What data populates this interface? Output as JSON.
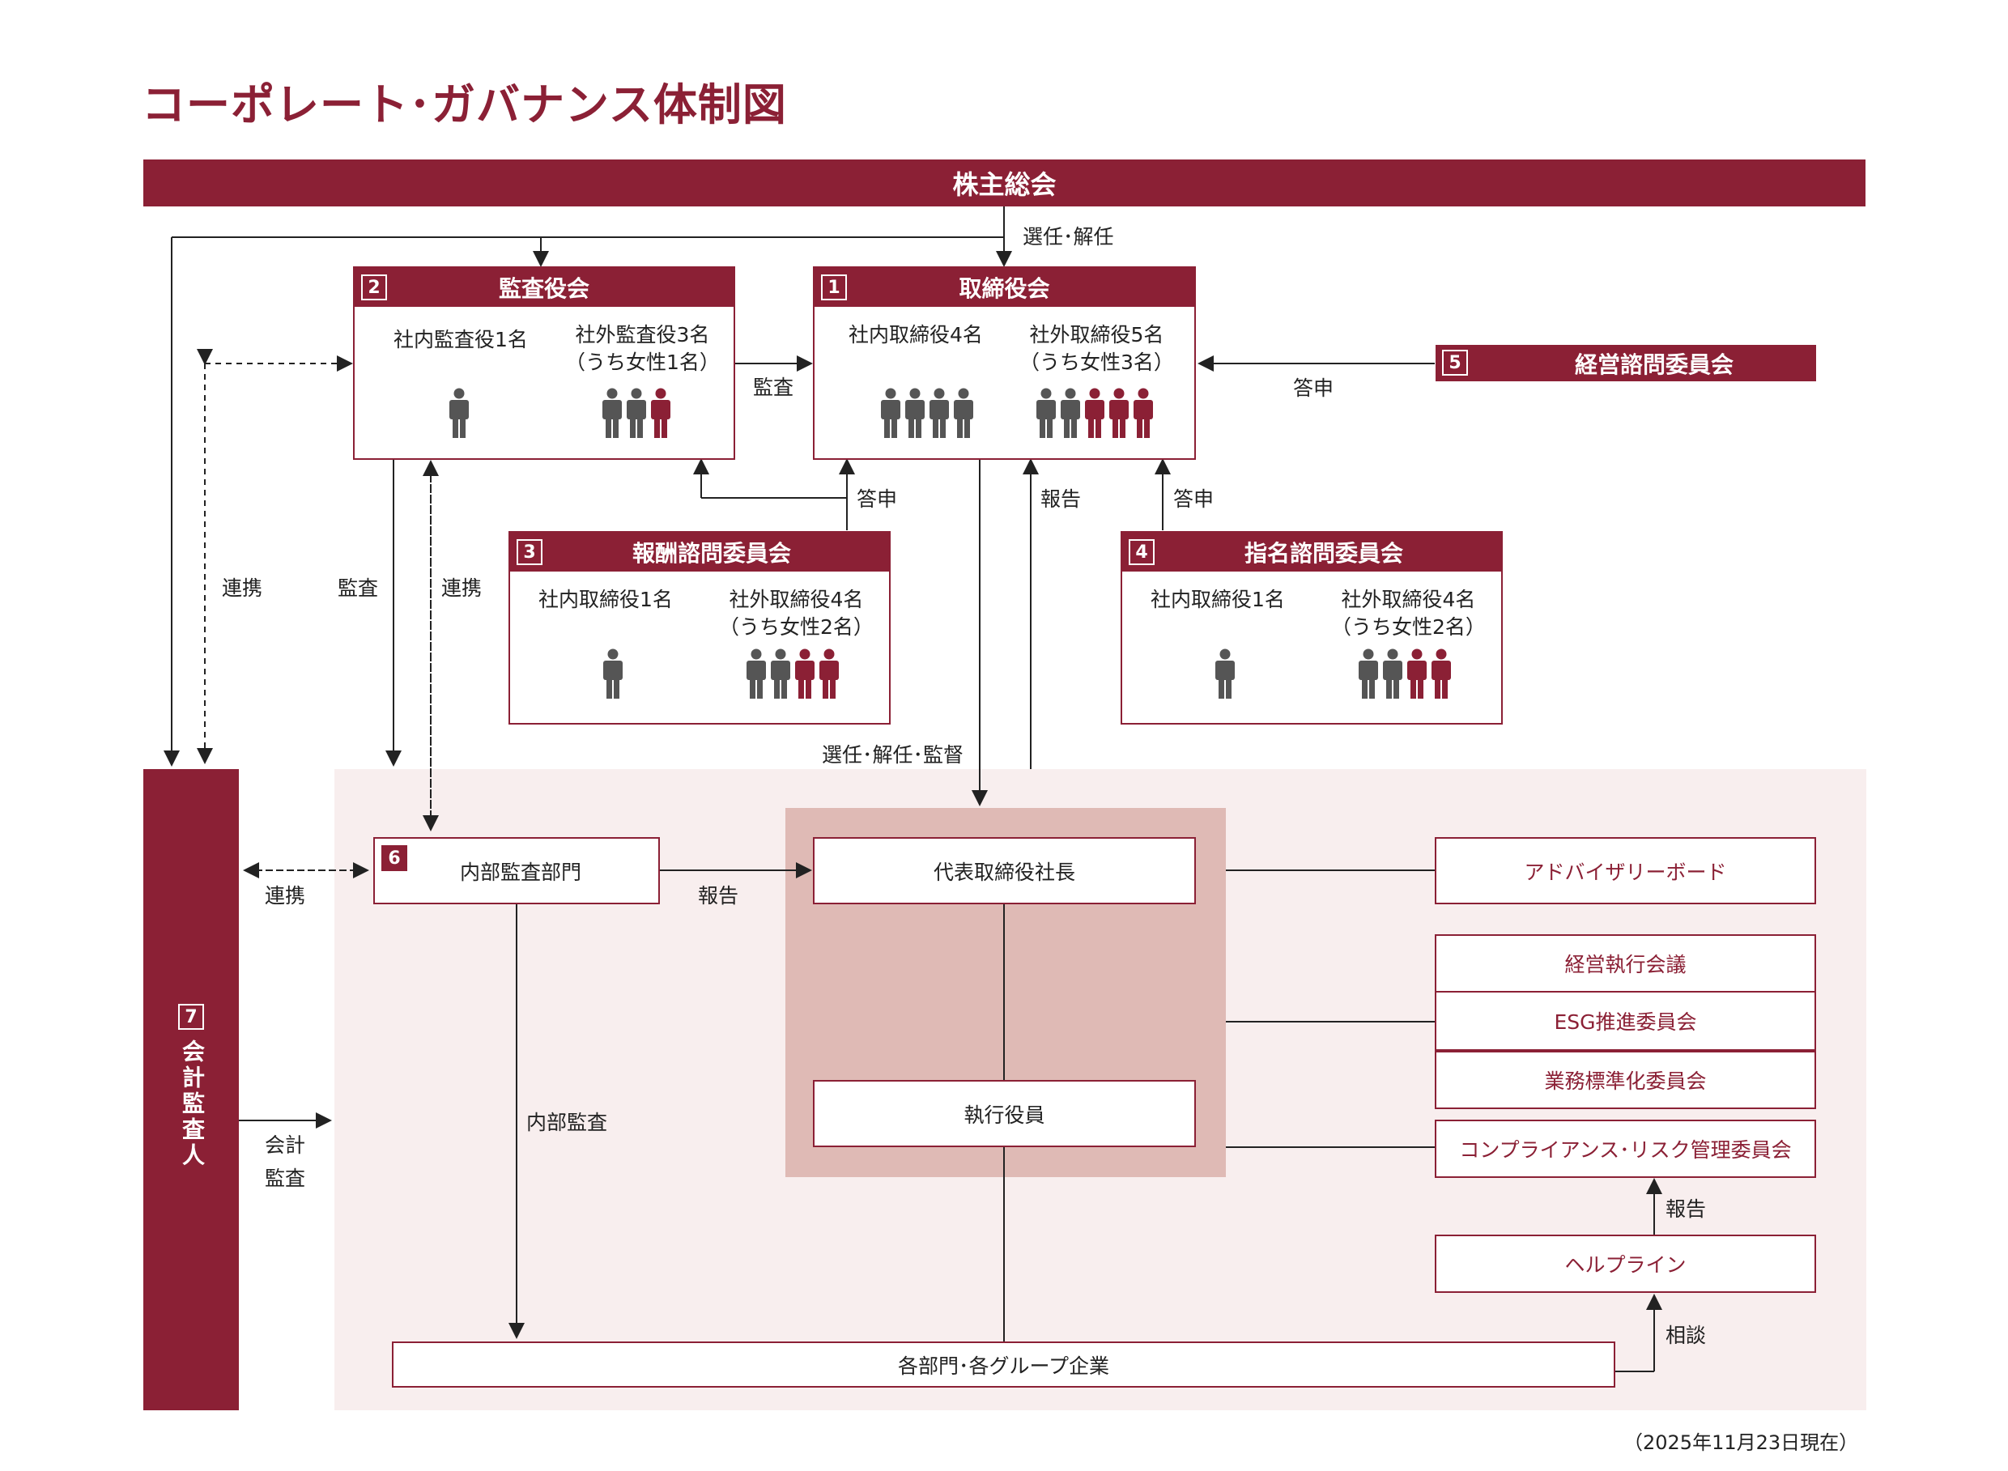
{
  "title": "コーポレート･ガバナンス体制図",
  "shareholders": "株主総会",
  "labels": {
    "elect_dismiss": "選任･解任",
    "audit": "監査",
    "report_to_board": "答申",
    "report_from_ceo": "報告",
    "advise_3": "答申",
    "advise_4": "答申",
    "coop_left": "連携",
    "audit_left": "監査",
    "coop_mid": "連携",
    "elect_dismiss_supervise": "選任･解任･監督",
    "coop_internal": "連携",
    "report_internal": "報告",
    "internal_audit": "内部監査",
    "accounting_audit_1": "会計",
    "accounting_audit_2": "監査",
    "report_help": "報告",
    "consult": "相談"
  },
  "audit_board": {
    "num": "2",
    "title": "監査役会",
    "inside": "社内監査役1名",
    "outside": "社外監査役3名",
    "outside_sub": "（うち女性1名）"
  },
  "board": {
    "num": "1",
    "title": "取締役会",
    "inside": "社内取締役4名",
    "outside": "社外取締役5名",
    "outside_sub": "（うち女性3名）"
  },
  "mgmt_advisory": {
    "num": "5",
    "title": "経営諮問委員会"
  },
  "comp_committee": {
    "num": "3",
    "title": "報酬諮問委員会",
    "inside": "社内取締役1名",
    "outside": "社外取締役4名",
    "outside_sub": "（うち女性2名）"
  },
  "nom_committee": {
    "num": "4",
    "title": "指名諮問委員会",
    "inside": "社内取締役1名",
    "outside": "社外取締役4名",
    "outside_sub": "（うち女性2名）"
  },
  "auditor": {
    "num": "7",
    "title": "会計監査人"
  },
  "internal_audit_dept": {
    "num": "6",
    "title": "内部監査部門"
  },
  "ceo": "代表取締役社長",
  "officers": "執行役員",
  "right_boxes": {
    "advisory_board": "アドバイザリーボード",
    "exec_meeting": "経営執行会議",
    "esg": "ESG推進委員会",
    "standardization": "業務標準化委員会",
    "compliance": "コンプライアンス･リスク管理委員会",
    "helpline": "ヘルプライン"
  },
  "departments": "各部門･各グループ企業",
  "date_note": "（2025年11月23日現在）",
  "people": {
    "audit_inside": {
      "gray": 1,
      "red": 0
    },
    "audit_outside": {
      "gray": 2,
      "red": 1
    },
    "board_inside": {
      "gray": 4,
      "red": 0
    },
    "board_outside": {
      "gray": 2,
      "red": 3
    },
    "comp_inside": {
      "gray": 1,
      "red": 0
    },
    "comp_outside": {
      "gray": 2,
      "red": 2
    },
    "nom_inside": {
      "gray": 1,
      "red": 0
    },
    "nom_outside": {
      "gray": 2,
      "red": 2
    }
  },
  "colors": {
    "accent": "#8b2035",
    "gray": "#555555",
    "pale_bg": "#f8eeee",
    "exec_bg": "#dfbab5"
  }
}
